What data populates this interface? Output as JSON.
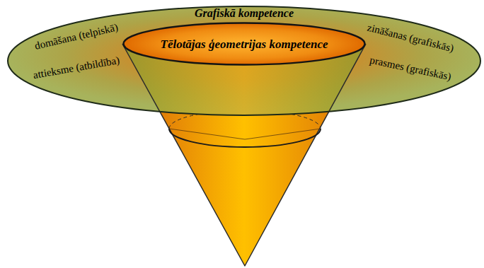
{
  "diagram": {
    "nodes": [
      {
        "text": [
          "Grafiskā kompetence",
          "domāšana (telpiskā)",
          "zināšanas (grafiskās)",
          "attieksme (atbildība)",
          "prasmes (grafiskās)"
        ]
      },
      {
        "text": [
          "Tēlotājas ģeometrijas kompetence"
        ],
        "in": 0
      }
    ]
  }
}
